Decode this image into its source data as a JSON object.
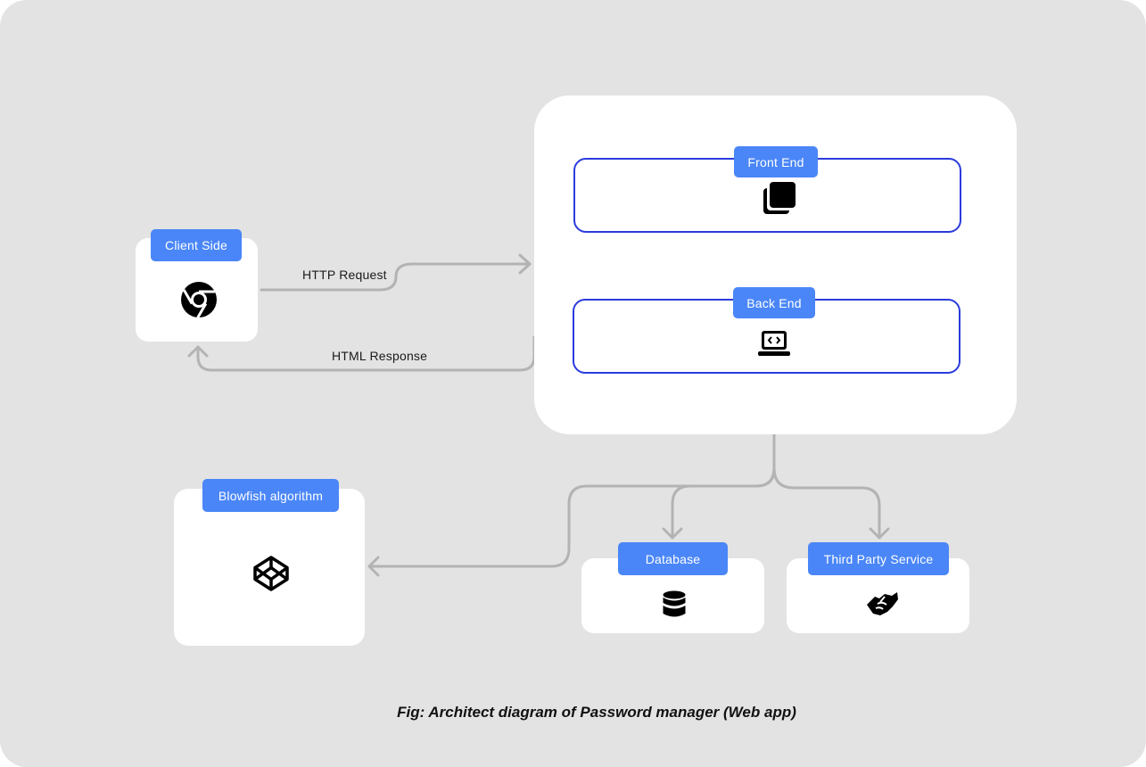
{
  "nodes": {
    "client": {
      "label": "Client Side",
      "icon": "chrome-icon"
    },
    "frontend": {
      "label": "Front End",
      "icon": "copy-layers-icon"
    },
    "backend": {
      "label": "Back End",
      "icon": "code-laptop-icon"
    },
    "blowfish": {
      "label": "Blowfish algorithm",
      "icon": "codepen-cube-icon"
    },
    "database": {
      "label": "Database",
      "icon": "database-icon"
    },
    "thirdparty": {
      "label": "Third Party Service",
      "icon": "handshake-icon"
    }
  },
  "edges": {
    "http_request": "HTTP Request",
    "html_response": "HTML Response"
  },
  "caption": "Fig: Architect diagram of Password manager (Web app)",
  "colors": {
    "background": "#e3e3e3",
    "card": "#ffffff",
    "pill": "#4a86f7",
    "panel_border": "#2b3bdc",
    "connector": "#b3b3b3"
  }
}
